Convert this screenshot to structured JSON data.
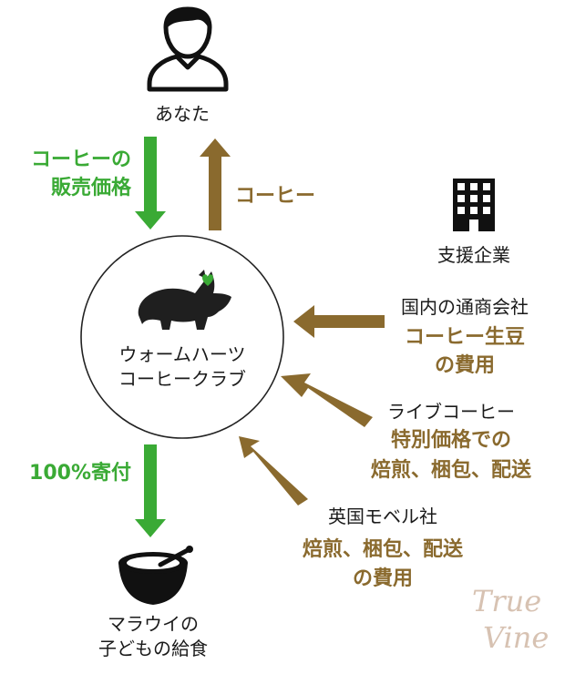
{
  "nodes": {
    "you": "あなた",
    "club_line1": "ウォームハーツ",
    "club_line2": "コーヒークラブ",
    "children_line1": "マラウイの",
    "children_line2": "子どもの給食",
    "sponsor": "支援企業",
    "domestic": "国内の通商会社",
    "live": "ライブコーヒー",
    "uk": "英国モベル社"
  },
  "flows": {
    "price_line1": "コーヒーの",
    "price_line2": "販売価格",
    "coffee": "コーヒー",
    "donation": "100%寄付",
    "beans_line1": "コーヒー生豆",
    "beans_line2": "の費用",
    "live_line1": "特別価格での",
    "live_line2": "焙煎、梱包、配送",
    "uk_line1": "焙煎、梱包、配送",
    "uk_line2": "の費用"
  },
  "watermark": {
    "line1": "True",
    "line2": "Vine"
  },
  "colors": {
    "green": "#3aaa35",
    "brown": "#8a6a2e",
    "black": "#1a1a1a"
  }
}
